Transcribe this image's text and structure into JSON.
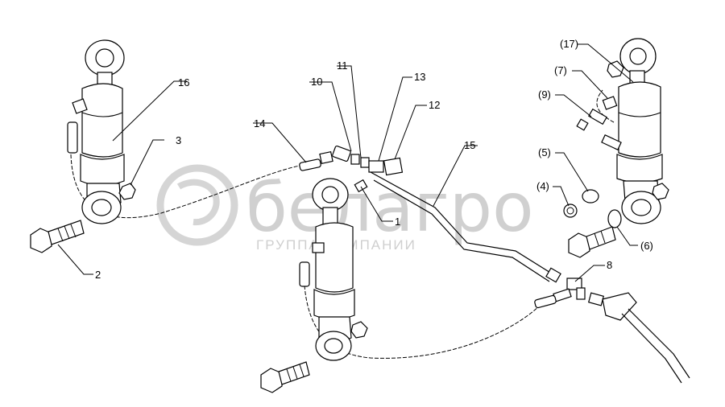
{
  "diagram": {
    "watermark": {
      "brand": "белагро",
      "subtitle": "ГРУППА КОМПАНИИ"
    },
    "callouts": {
      "c1": "1",
      "c2": "2",
      "c3": "3",
      "c8": "8",
      "c10": "10",
      "c11": "11",
      "c12": "12",
      "c13": "13",
      "c14": "14",
      "c15": "15",
      "c16": "16",
      "c4p": "(4)",
      "c5p": "(5)",
      "c6p": "(6)",
      "c7p": "(7)",
      "c9p": "(9)",
      "c17p": "(17)"
    }
  }
}
